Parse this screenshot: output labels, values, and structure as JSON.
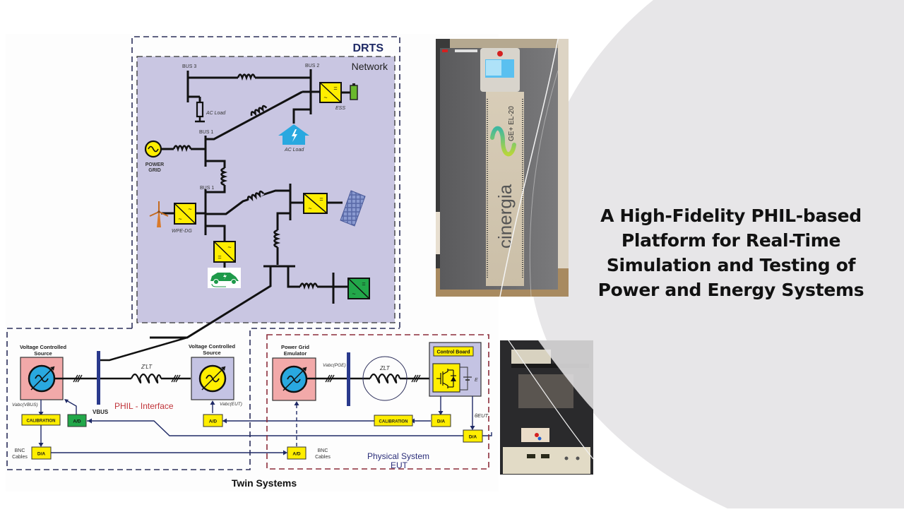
{
  "slide": {
    "title_lines": [
      "A High-Fidelity PHIL-based",
      "Platform for Real-Time",
      "Simulation and Testing of",
      "Power and Energy Systems"
    ],
    "colors": {
      "arc_grey": "#e7e6e8",
      "network_fill": "#c9c6e2",
      "dash_navy": "#2b2e5a",
      "dash_maroon": "#8b2c3a",
      "converter_yellow": "#ffee00",
      "converter_green": "#22a84a",
      "source_pink": "#f2a9a9",
      "source_lavender": "#c4c3e3",
      "bus_blue": "#2a3a8c",
      "phil_red": "#c0343a"
    }
  },
  "diagram": {
    "drts_label": "DRTS",
    "network_label": "Network",
    "bus_labels": [
      "BUS 3",
      "BUS 2",
      "BUS 1",
      "BUS 1"
    ],
    "ac_load_label": "AC Load",
    "ac_load_house_label": "AC Load",
    "ess_label": "ESS",
    "power_grid_label_1": "POWER",
    "power_grid_label_2": "GRID",
    "wpe_label": "WPE-DG",
    "vcs_left_label_1": "Voltage Controlled",
    "vcs_left_label_2": "Source",
    "vcs_right_label_1": "Voltage Controlled",
    "vcs_right_label_2": "Source",
    "vbus_label": "VBUS",
    "phil_interface_label": "PHIL - Interface",
    "zlt_prime_label": "Z'LT",
    "zlt_label": "ZLT",
    "v_vbus_label": "Vabc(VBUS)",
    "v_eut_label": "Vabc(EUT)",
    "v_pge_label": "Vabc(PGE)",
    "theta_label": "θEUT",
    "e_label": "E",
    "calibration_label": "CALIBRATION",
    "ad_label": "A/D",
    "da_label": "D/A",
    "bnc_label_1": "BNC",
    "bnc_label_2": "Cables",
    "pge_label_1": "Power Grid",
    "pge_label_2": "Emulator",
    "control_board_label": "Control Board",
    "physical_system_label": "Physical System",
    "eut_label": "EUT",
    "twin_systems_label": "Twin Systems",
    "converter_symbols": [
      "=",
      "~"
    ]
  },
  "photos": {
    "emulator_brand": "cinergia",
    "emulator_model": "GE+ EL-20"
  }
}
